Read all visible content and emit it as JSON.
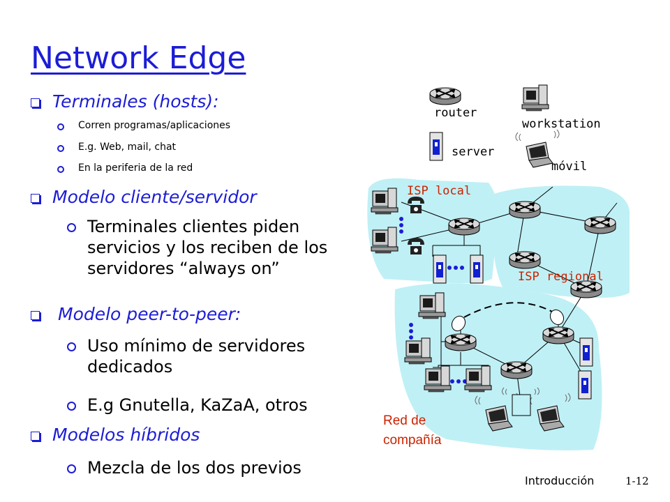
{
  "title": "Network Edge",
  "bullets": {
    "b1": {
      "label": "Terminales (hosts):",
      "sub": [
        "Corren programas/aplicaciones",
        "E.g. Web, mail, chat",
        "En la periferia de la red"
      ]
    },
    "b2": {
      "label": "Modelo cliente/servidor",
      "sub": [
        "Terminales clientes piden servicios y los reciben de los servidores “always on”"
      ]
    },
    "b3": {
      "label": "Modelo peer-to-peer:",
      "sub": [
        "Uso mínimo de servidores dedicados",
        "E.g Gnutella, KaZaA, otros"
      ]
    },
    "b4": {
      "label": "Modelos híbridos",
      "sub": [
        "Mezcla de los dos previos"
      ]
    }
  },
  "legend": {
    "router": "router",
    "workstation": "workstation",
    "server": "server",
    "mobile": "móvil"
  },
  "networks": {
    "local": "ISP local",
    "regional": "ISP regional",
    "company": "Red de compañía"
  },
  "footer": {
    "label": "Introducción",
    "page": "1-12"
  },
  "colors": {
    "title": "#1c1cd6",
    "network_fill": "#bff0f5",
    "label_red": "#cc2200",
    "server_blue": "#1020d0"
  }
}
